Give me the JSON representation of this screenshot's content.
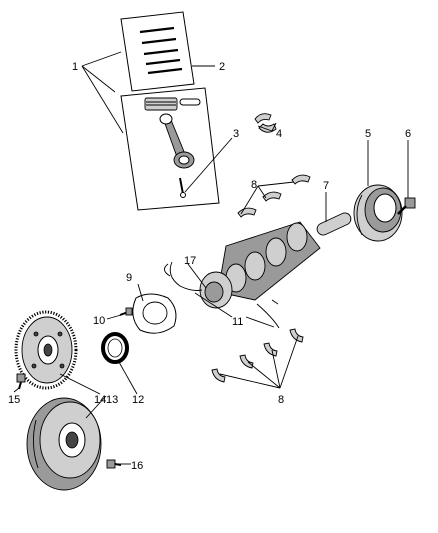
{
  "callouts": {
    "c1": "1",
    "c2": "2",
    "c3": "3",
    "c4": "4",
    "c5": "5",
    "c6": "6",
    "c7": "7",
    "c8a": "8",
    "c8b": "8",
    "c9": "9",
    "c10": "10",
    "c11": "11",
    "c12": "12",
    "c13": "13",
    "c14": "14",
    "c15": "15",
    "c16": "16",
    "c17": "17"
  }
}
